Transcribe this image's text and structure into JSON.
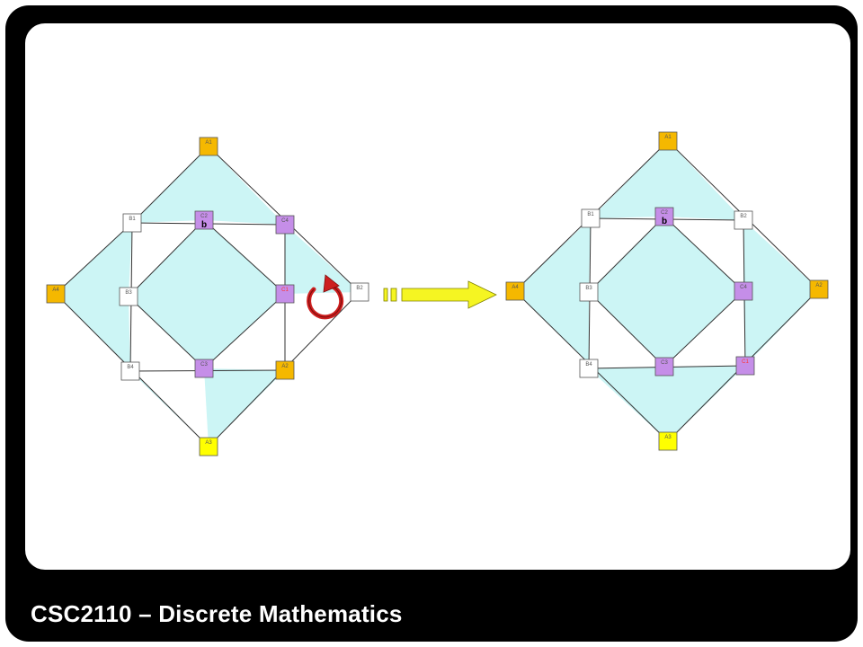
{
  "footer": {
    "title": "CSC2110 – Discrete Mathematics"
  },
  "colors": {
    "face": "#ccf5f5",
    "edge": "#333333",
    "orange": "#f5b800",
    "yellow": "#ffff00",
    "purple": "#c58ee8",
    "white": "#ffffff",
    "arrow": "#f5f522",
    "rotate": "#cc1f1f"
  },
  "graphs": [
    {
      "name": "before",
      "faces": [
        [
          "A1",
          "C4",
          "C2",
          "B1"
        ],
        [
          "A4",
          "B1",
          "B3",
          "B4",
          "A3"
        ],
        [
          "C2",
          "C1",
          "C3",
          "B3"
        ],
        [
          "A2",
          "A3",
          "C3"
        ],
        [
          "C4",
          "B2",
          "C1"
        ]
      ],
      "edges": [
        [
          "A1",
          "B1"
        ],
        [
          "A1",
          "B2"
        ],
        [
          "B1",
          "A4"
        ],
        [
          "A4",
          "A3"
        ],
        [
          "A3",
          "B2"
        ],
        [
          "B1",
          "C4"
        ],
        [
          "B1",
          "B4"
        ],
        [
          "C4",
          "A2"
        ],
        [
          "A2",
          "B4"
        ],
        [
          "C2",
          "C1"
        ],
        [
          "C1",
          "C3"
        ],
        [
          "C3",
          "B3"
        ],
        [
          "B3",
          "C2"
        ]
      ],
      "nodes": [
        {
          "id": "A1",
          "label": "A1",
          "fill": "orange",
          "text": "#555555"
        },
        {
          "id": "A2",
          "label": "A2",
          "fill": "orange",
          "text": "#555555"
        },
        {
          "id": "A3",
          "label": "A3",
          "fill": "yellow",
          "text": "#555555"
        },
        {
          "id": "A4",
          "label": "A4",
          "fill": "orange",
          "text": "#555555"
        },
        {
          "id": "B1",
          "label": "B1",
          "fill": "white",
          "text": "#555555"
        },
        {
          "id": "B2",
          "label": "B2",
          "fill": "white",
          "text": "#555555"
        },
        {
          "id": "B3",
          "label": "B3",
          "fill": "white",
          "text": "#555555"
        },
        {
          "id": "B4",
          "label": "B4",
          "fill": "white",
          "text": "#555555"
        },
        {
          "id": "C1",
          "label": "C1",
          "fill": "purple",
          "text": "#ff3333"
        },
        {
          "id": "C2",
          "label": "C2",
          "fill": "purple",
          "text": "#555555",
          "sub": "b"
        },
        {
          "id": "C3",
          "label": "C3",
          "fill": "purple",
          "text": "#555555"
        },
        {
          "id": "C4",
          "label": "C4",
          "fill": "purple",
          "text": "#555555"
        }
      ]
    },
    {
      "name": "after",
      "faces": [
        [
          "A1",
          "B1",
          "C2",
          "B2"
        ],
        [
          "A4",
          "B1",
          "B3",
          "B4",
          "A3"
        ],
        [
          "C2",
          "C4",
          "C3",
          "B3"
        ],
        [
          "B2",
          "A2",
          "C1",
          "C4"
        ],
        [
          "A3",
          "B4",
          "C3",
          "C1"
        ]
      ],
      "edges": [
        [
          "A1",
          "A4"
        ],
        [
          "A1",
          "A2"
        ],
        [
          "A4",
          "A3"
        ],
        [
          "A2",
          "A3"
        ],
        [
          "B1",
          "B2"
        ],
        [
          "B1",
          "B4"
        ],
        [
          "B4",
          "C1"
        ],
        [
          "B2",
          "C1"
        ],
        [
          "C2",
          "C4"
        ],
        [
          "C4",
          "C3"
        ],
        [
          "C3",
          "B3"
        ],
        [
          "B3",
          "C2"
        ]
      ],
      "nodes": [
        {
          "id": "A1",
          "label": "A1",
          "fill": "orange",
          "text": "#555555"
        },
        {
          "id": "A2",
          "label": "A2",
          "fill": "orange",
          "text": "#555555"
        },
        {
          "id": "A3",
          "label": "A3",
          "fill": "yellow",
          "text": "#555555"
        },
        {
          "id": "A4",
          "label": "A4",
          "fill": "orange",
          "text": "#555555"
        },
        {
          "id": "B1",
          "label": "B1",
          "fill": "white",
          "text": "#555555"
        },
        {
          "id": "B2",
          "label": "B2",
          "fill": "white",
          "text": "#555555"
        },
        {
          "id": "B3",
          "label": "B3",
          "fill": "white",
          "text": "#555555"
        },
        {
          "id": "B4",
          "label": "B4",
          "fill": "white",
          "text": "#555555"
        },
        {
          "id": "C1",
          "label": "C1",
          "fill": "purple",
          "text": "#ff3333"
        },
        {
          "id": "C2",
          "label": "C2",
          "fill": "purple",
          "text": "#555555",
          "sub": "b"
        },
        {
          "id": "C3",
          "label": "C3",
          "fill": "purple",
          "text": "#555555"
        },
        {
          "id": "C4",
          "label": "C4",
          "fill": "purple",
          "text": "#555555"
        }
      ]
    }
  ],
  "transition": {
    "arrow_icon": "right-arrow-icon",
    "rotate_icon": "rotate-clockwise-icon"
  }
}
